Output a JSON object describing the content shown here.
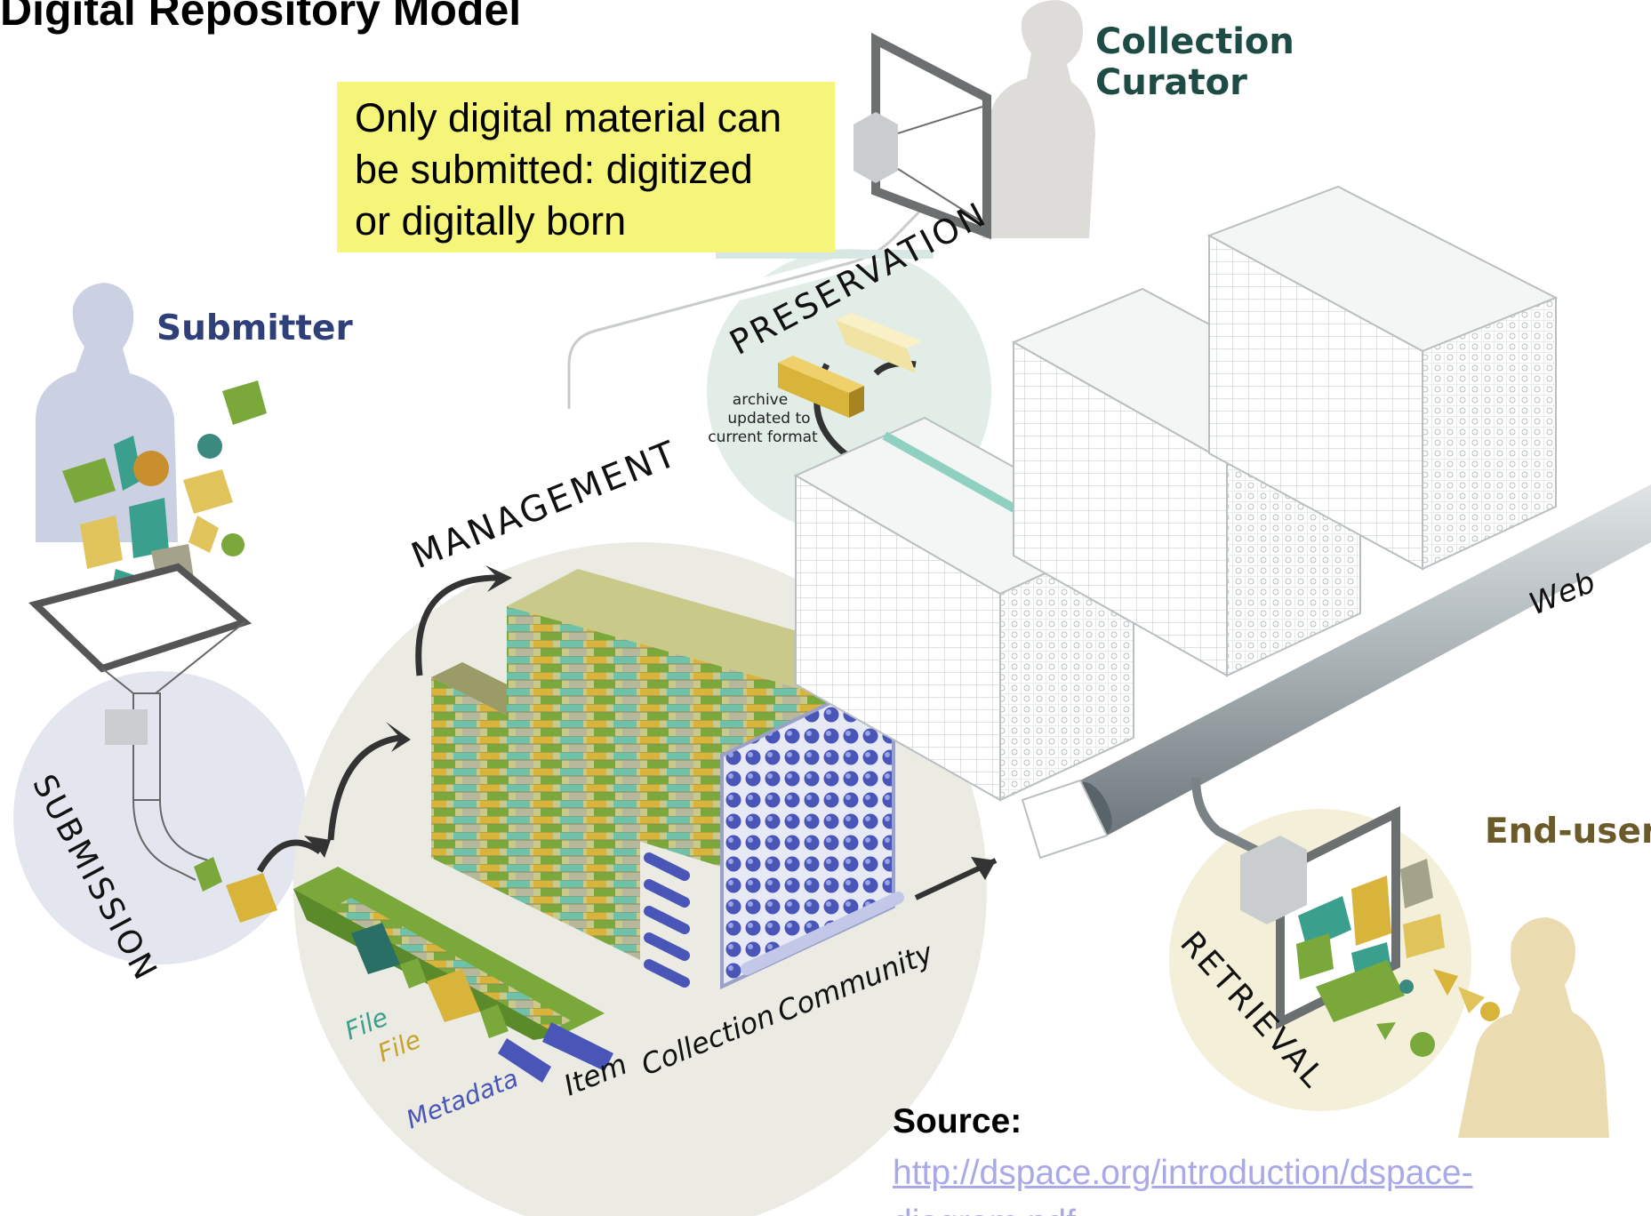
{
  "title": "Digital Repository Model",
  "note": {
    "lines": [
      "Only digital material can",
      "be submitted: digitized",
      "or digitally born"
    ]
  },
  "roles": {
    "collection_curator": [
      "Collection",
      "Curator"
    ],
    "submitter": "Submitter",
    "end_user": "End-user"
  },
  "stages": {
    "submission": "SUBMISSION",
    "management": "MANAGEMENT",
    "preservation": "PRESERVATION",
    "retrieval": "RETRIEVAL"
  },
  "preservation_caption": [
    "archive",
    "updated to",
    "current format"
  ],
  "object_labels": {
    "file_1": "File",
    "file_2": "File",
    "metadata": "Metadata",
    "item": "Item",
    "collection": "Collection",
    "community": "Community"
  },
  "web_label": "Web",
  "source": {
    "label": "Source:",
    "link_lines": [
      "http://dspace.org/introduction/dspace-",
      "diagram.pdf"
    ]
  },
  "colors": {
    "note_bg": "#f5f57a",
    "role_blue": "#2e3f7a",
    "role_green": "#1f4b45",
    "role_tan": "#6b5a2a",
    "accent_teal": "#4fb3a3",
    "accent_yellow": "#d9b43a",
    "accent_green": "#7aa83a",
    "accent_blue": "#4a55b8",
    "link": "#a9a9e9"
  }
}
